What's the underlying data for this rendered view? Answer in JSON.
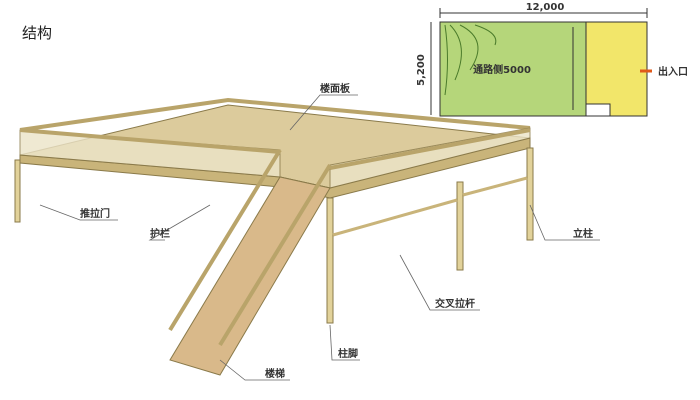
{
  "title": "结构",
  "labels": {
    "floor": "楼面板",
    "gate": "推拉门",
    "rail": "护栏",
    "post": "立柱",
    "brace": "交叉拉杆",
    "foot": "柱脚",
    "stairs": "楼梯"
  },
  "plan": {
    "width": "12,000",
    "depth": "5,200",
    "aisle": "通路侧5000",
    "entrance": "出入口"
  },
  "colors": {
    "deck": "#dccb9c",
    "frame": "#d8c48c",
    "plan_green": "#b5d67a",
    "plan_yellow": "#f2e66a"
  }
}
